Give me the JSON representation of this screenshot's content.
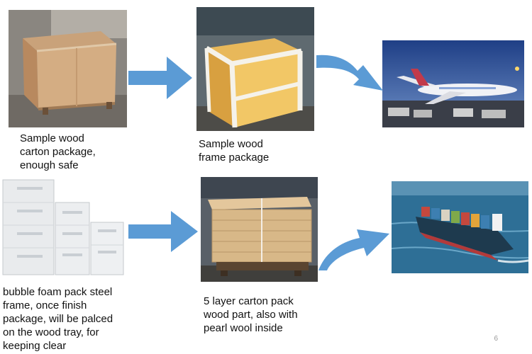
{
  "slide": {
    "page_number": "6",
    "arrow_color": "#5b9bd5"
  },
  "steps": [
    {
      "photo": "wood-carton-box",
      "caption": "Sample wood\ncarton package,\nenough safe"
    },
    {
      "photo": "wood-frame-crate",
      "caption": "Sample wood\nframe package"
    },
    {
      "photo": "cargo-airplane",
      "caption": ""
    },
    {
      "photo": "steel-filing-cabinets",
      "caption": "bubble foam pack steel\nframe, once finish\npackage, will be palced\non the wood tray, for\nkeeping clear"
    },
    {
      "photo": "carton-pallet-stack",
      "caption": "5 layer carton pack\nwood part, also with\npearl wool inside"
    },
    {
      "photo": "container-ship",
      "caption": ""
    }
  ]
}
